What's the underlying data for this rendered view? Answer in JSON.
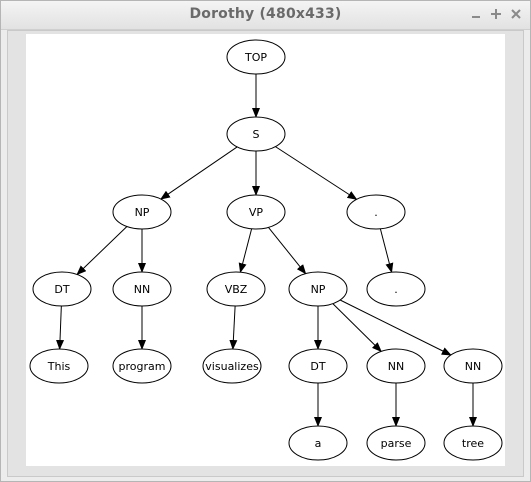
{
  "window": {
    "title": "Dorothy (480x433)",
    "controls": [
      "minimize",
      "maximize",
      "close"
    ]
  },
  "tree": {
    "nodes": [
      {
        "id": "top",
        "label": "TOP"
      },
      {
        "id": "s",
        "label": "S"
      },
      {
        "id": "np1",
        "label": "NP"
      },
      {
        "id": "vp",
        "label": "VP"
      },
      {
        "id": "punct1",
        "label": "."
      },
      {
        "id": "dt1",
        "label": "DT"
      },
      {
        "id": "nn1",
        "label": "NN"
      },
      {
        "id": "vbz",
        "label": "VBZ"
      },
      {
        "id": "np2",
        "label": "NP"
      },
      {
        "id": "punct2",
        "label": "."
      },
      {
        "id": "this",
        "label": "This"
      },
      {
        "id": "program",
        "label": "program"
      },
      {
        "id": "visualizes",
        "label": "visualizes"
      },
      {
        "id": "dt2",
        "label": "DT"
      },
      {
        "id": "nn2",
        "label": "NN"
      },
      {
        "id": "nn3",
        "label": "NN"
      },
      {
        "id": "a",
        "label": "a"
      },
      {
        "id": "parse",
        "label": "parse"
      },
      {
        "id": "tree",
        "label": "tree"
      }
    ],
    "edges": [
      [
        "top",
        "s"
      ],
      [
        "s",
        "np1"
      ],
      [
        "s",
        "vp"
      ],
      [
        "s",
        "punct1"
      ],
      [
        "np1",
        "dt1"
      ],
      [
        "np1",
        "nn1"
      ],
      [
        "vp",
        "vbz"
      ],
      [
        "vp",
        "np2"
      ],
      [
        "punct1",
        "punct2"
      ],
      [
        "dt1",
        "this"
      ],
      [
        "nn1",
        "program"
      ],
      [
        "vbz",
        "visualizes"
      ],
      [
        "np2",
        "dt2"
      ],
      [
        "np2",
        "nn2"
      ],
      [
        "np2",
        "nn3"
      ],
      [
        "dt2",
        "a"
      ],
      [
        "nn2",
        "parse"
      ],
      [
        "nn3",
        "tree"
      ]
    ]
  }
}
